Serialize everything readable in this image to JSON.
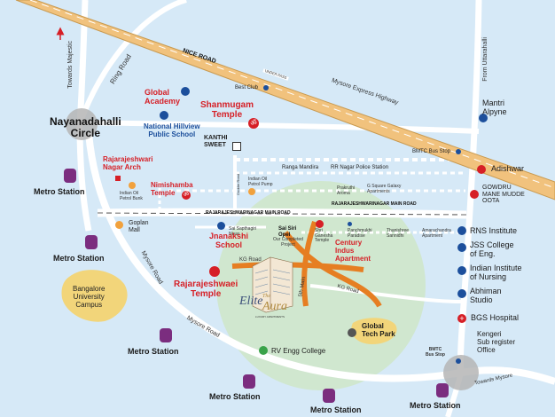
{
  "roads": {
    "nice_road": "NICE ROAD",
    "under_pass": "UNDER PASS",
    "mysore_express": "Mysore Express Highway",
    "ring_road": "Ring Road",
    "towards_majestic": "Towards Majestic",
    "from_uttarahalli": "From Uttarahalli",
    "rr_main_road_1": "RAJARAJESHWARINAGAR MAIN ROAD",
    "rr_main_road_2": "RAJARAJESHWARINAGAR MAIN ROAD",
    "mysore_road_1": "Mysore Road",
    "mysore_road_2": "Mysore Road",
    "kg_road_1": "KG Road",
    "kg_road_2": "KG Road",
    "fifth_main": "5th Main",
    "dwarka_road": "Doddre Road",
    "towards_mysore": "Towards Mysore"
  },
  "places": {
    "nayanadahalli": "Nayanadahalli\nCircle",
    "global_academy": "Global\nAcademy",
    "national_hillview": "National Hillview\nPublic School",
    "shanmugam": "Shanmugam\nTemple",
    "best_club": "Best Club",
    "kanthi_sweet": "KANTHI\nSWEET",
    "rr_arch": "Rajarajeshwari\nNagar Arch",
    "nimishamba": "Nimishamba\nTemple",
    "indian_oil_1": "Indian Oil\nPetrol Bunk",
    "indian_oil_2": "Indian Oil\nPetrol Pump",
    "ranga_mandira": "Ranga Mandira",
    "rr_police": "RR Nagar Police Station",
    "bmtc_top": "BMTC Bus Stop",
    "prakruthi": "Prakruthi\nAroma",
    "gsquare": "G Square Galaxy\nApartments",
    "mantri": "Mantri\nAlpyne",
    "adishwar": "Adishwar",
    "gowdru": "GOWDRU\nMANE MUDDE\nOOTA",
    "goplan": "Goplan\nMall",
    "sai_sapthagiri": "Sai Sapthagiri\nNivas",
    "jnanakshi": "Jnanakshi\nSchool",
    "sai_siri": "Sai Siri\nOpel",
    "sai_siri_sub": "Our Completed\nProject",
    "shiri_ganesha": "Shri\nGanesha\nTemple",
    "century": "Century\nIndus\nApartment",
    "panchamukhi": "Panchmukhi\nParadise",
    "thanishree": "Thanishree\nSannidhi",
    "amarachandra": "Amarachandra\nApartment",
    "rr_temple": "Rajarajeshwaei\nTemple",
    "rns": "RNS Institute",
    "jss": "JSS College\nof Eng.",
    "iin": "Indian Institute\nof Nursing",
    "abhiman": "Abhiman\nStudio",
    "bgs": "BGS Hospital",
    "kengeri": "Kengeri\nSub register\nOffice",
    "bmtc_bottom": "BMTC\nBus Stop",
    "global_tech": "Global\nTech Park",
    "rv_engg": "RV Engg College",
    "bangalore_uni": "Bangalore\nUniversity\nCampus",
    "elite": "Elite",
    "the": "The",
    "aura": "Aura",
    "elite_tag": "LUXURY APARTMENTS"
  },
  "metro": [
    {
      "label": "Metro Station"
    },
    {
      "label": "Metro Station"
    },
    {
      "label": "Metro Station"
    },
    {
      "label": "Metro Station"
    },
    {
      "label": "Metro Station"
    },
    {
      "label": "Metro Station"
    }
  ],
  "colors": {
    "background": "#d6e9f7",
    "highway": "#f1c27d",
    "road_white": "#ffffff",
    "focus_road": "#e67e22",
    "green_zone": "#cfe6c8",
    "campus": "#f2d57a",
    "temple_red": "#d61f26",
    "school_blue": "#1c4f9c",
    "metro_purple": "#7b2d7f"
  }
}
